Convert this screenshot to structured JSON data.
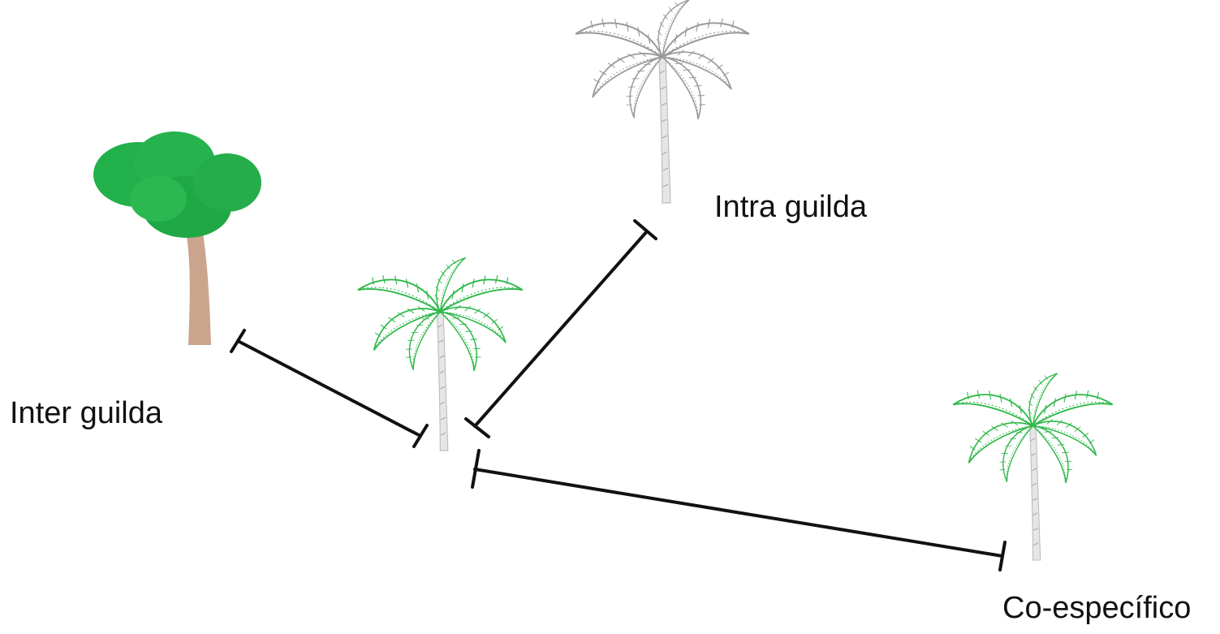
{
  "labels": {
    "inter_guild": "Inter guilda",
    "intra_guild": "Intra guilda",
    "conspecific": "Co-específico"
  },
  "colors": {
    "palm_green": "#2fb84a",
    "palm_gray": "#9a9a9a",
    "broadleaf_crown": "#22b04a",
    "broadleaf_trunk": "#c49a80",
    "measure_line": "#111111",
    "palm_trunk": "#c8c8c8"
  },
  "icons": {
    "focal_tree": "palm-tree-icon",
    "inter_guild_tree": "broadleaf-tree-icon",
    "intra_guild_tree": "palm-tree-outline-icon",
    "conspecific_tree": "palm-tree-icon"
  }
}
